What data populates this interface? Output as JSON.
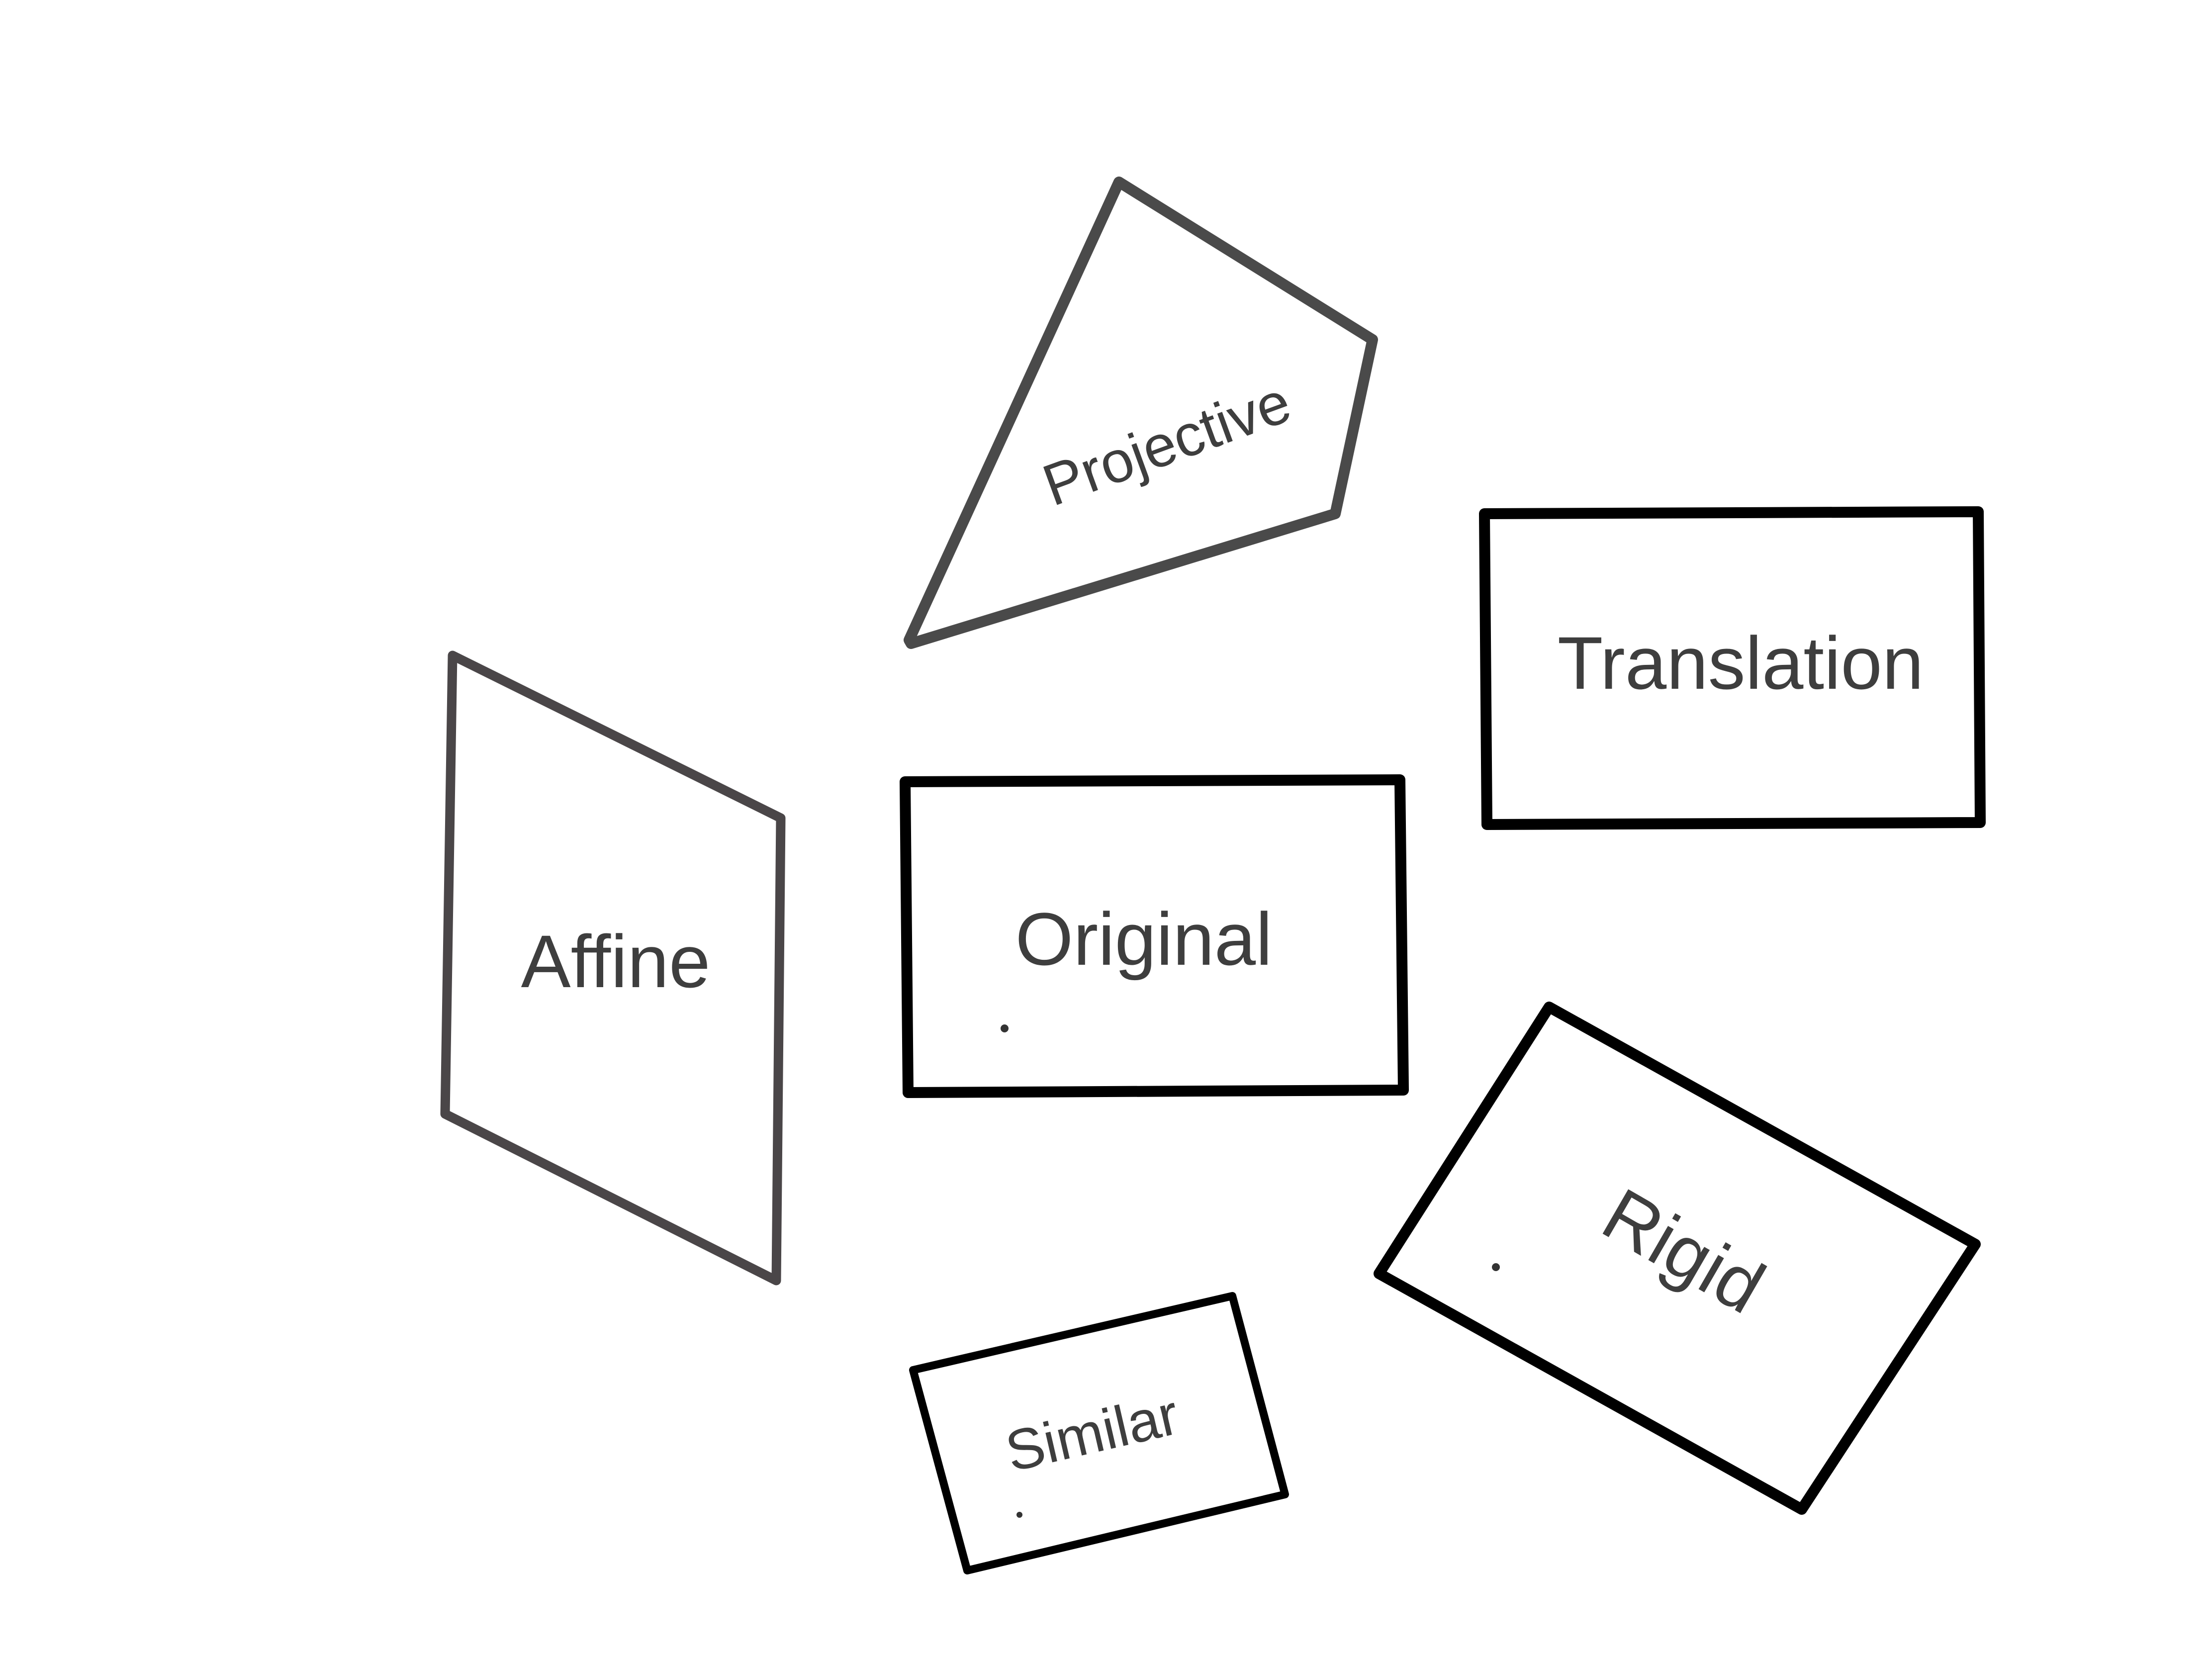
{
  "diagram": {
    "shapes": [
      {
        "id": "projective",
        "label": "Projective",
        "stroke": "#4a4a4a"
      },
      {
        "id": "translation",
        "label": "Translation",
        "stroke": "#000000"
      },
      {
        "id": "affine",
        "label": "Affine",
        "stroke": "#4a4648"
      },
      {
        "id": "original",
        "label": "Original",
        "stroke": "#000000"
      },
      {
        "id": "rigid",
        "label": "Rigid",
        "stroke": "#000000"
      },
      {
        "id": "similar",
        "label": "Similar",
        "stroke": "#000000"
      }
    ],
    "colors": {
      "background": "#ffffff",
      "label_text": "#3e3e3e"
    }
  }
}
